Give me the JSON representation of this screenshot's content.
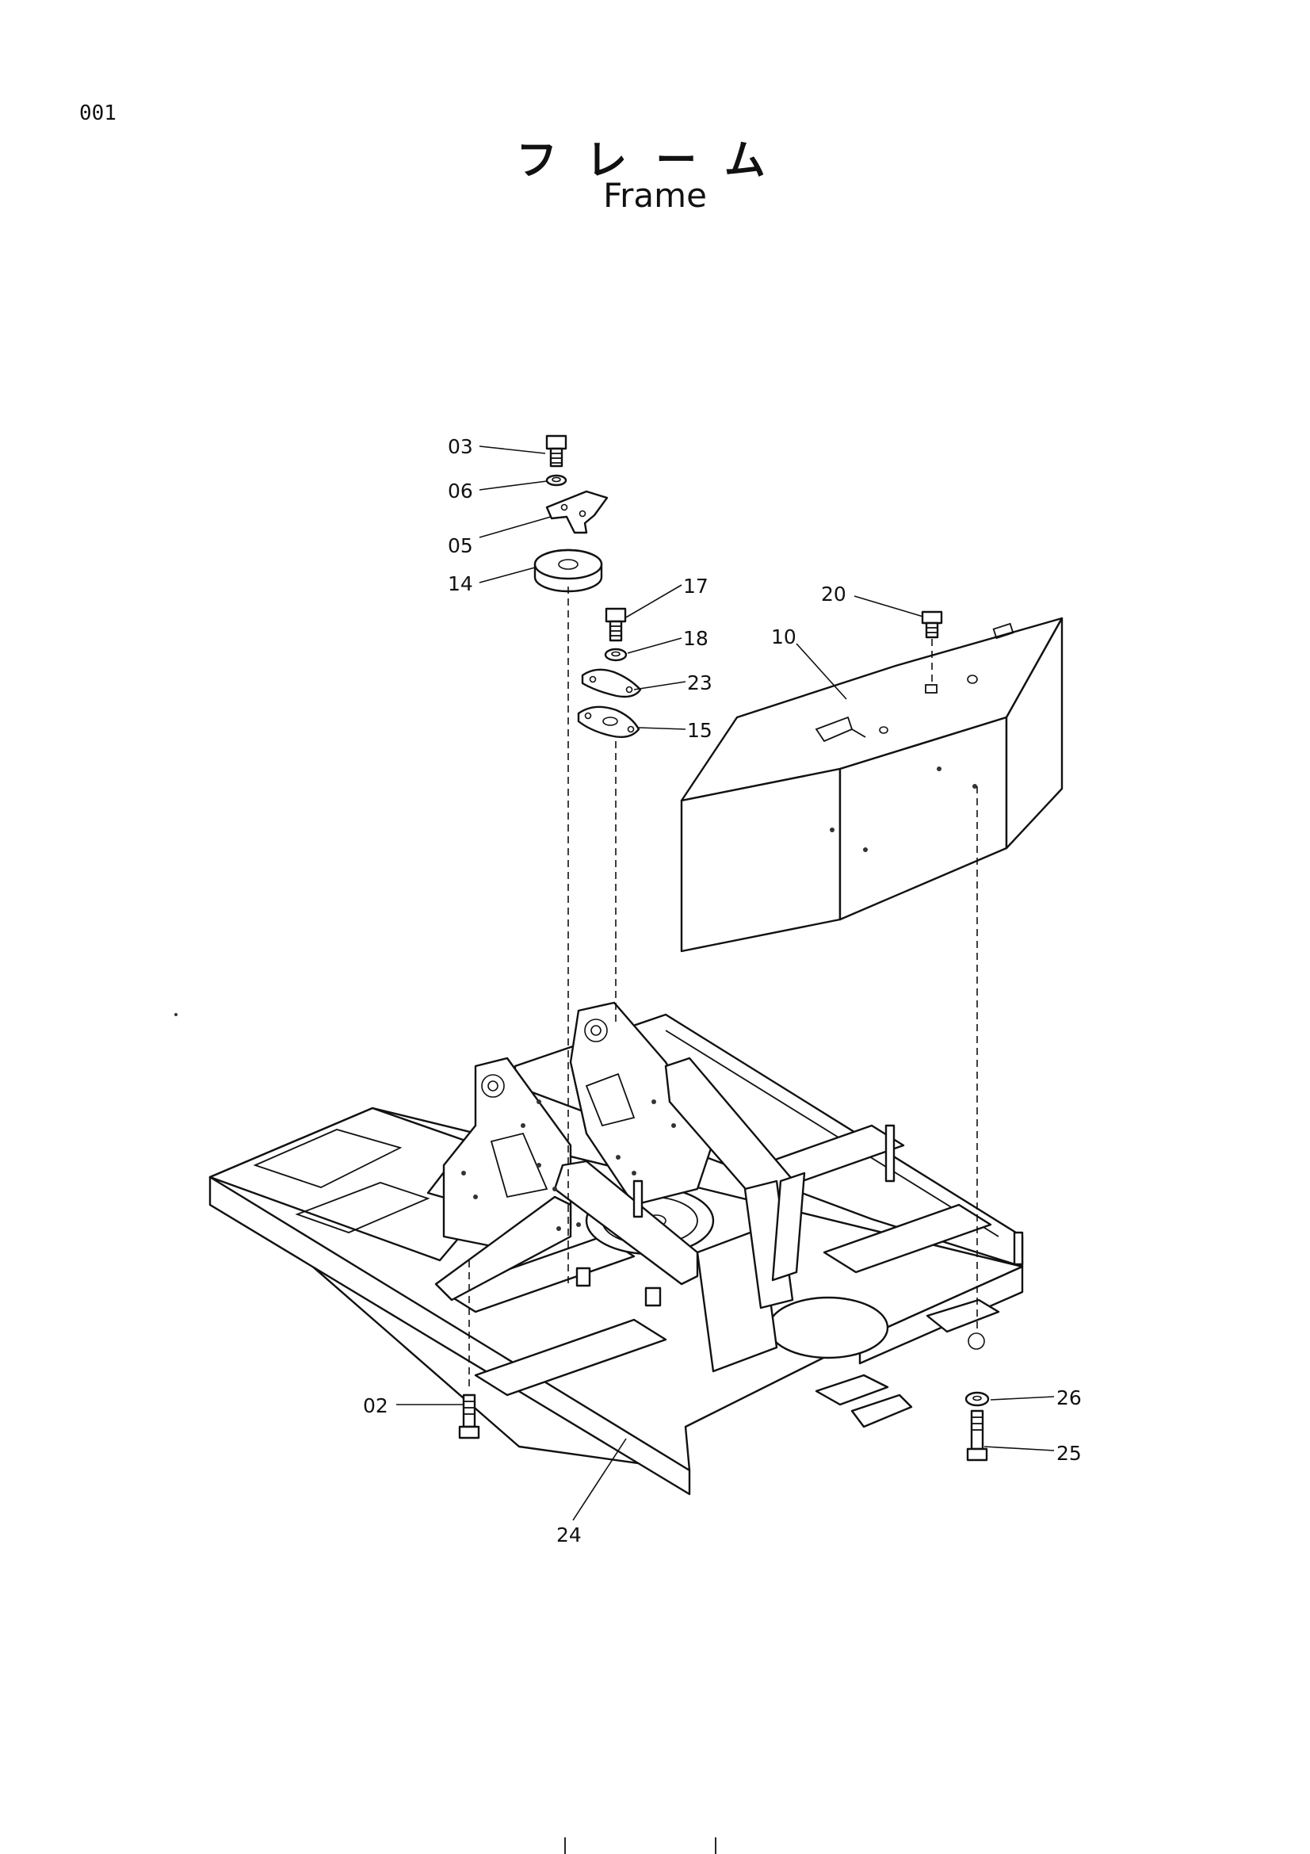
{
  "page": {
    "number": "001",
    "title_jp": "フレーム",
    "title_en": "Frame"
  },
  "callouts": {
    "c02": "02",
    "c03": "03",
    "c05": "05",
    "c06": "06",
    "c10": "10",
    "c14": "14",
    "c15": "15",
    "c17": "17",
    "c18": "18",
    "c20": "20",
    "c23": "23",
    "c24": "24",
    "c25": "25",
    "c26": "26"
  }
}
